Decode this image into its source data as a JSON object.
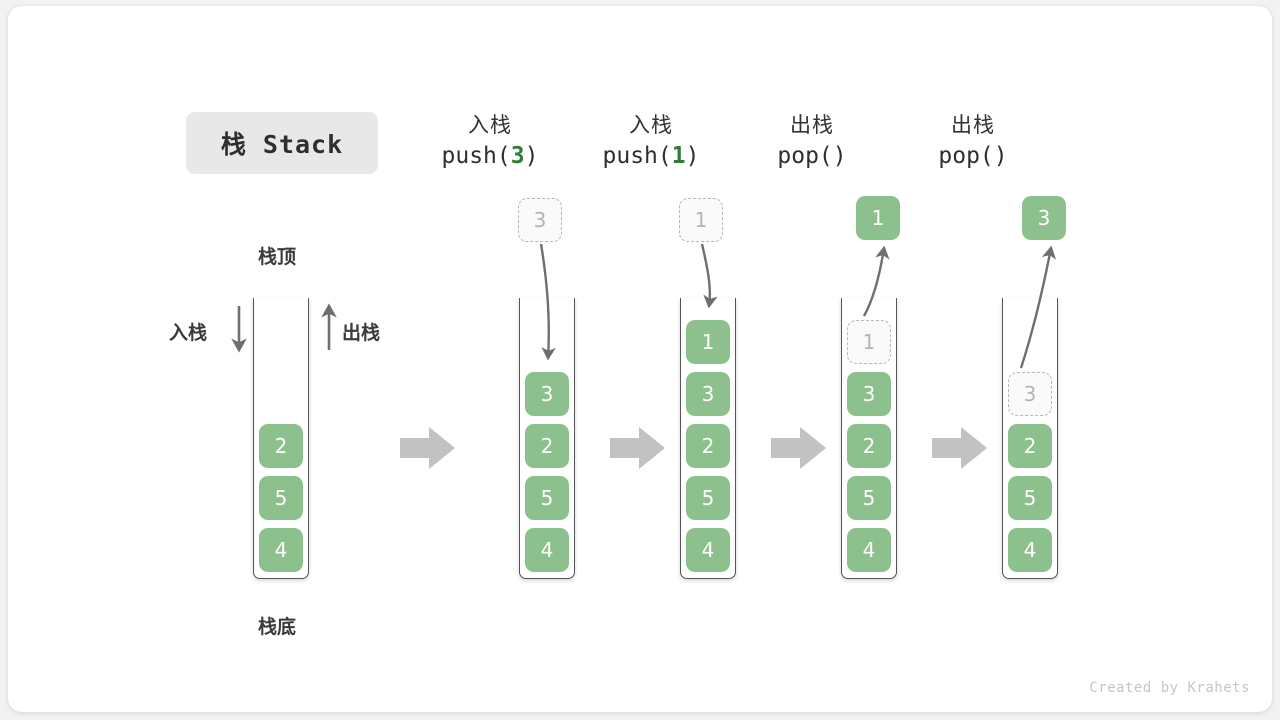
{
  "title_badge": {
    "text": "栈 Stack"
  },
  "credit": "Created by Krahets",
  "colors": {
    "cell_green": "#8cc08c",
    "ghost_border": "#b8b8b8",
    "ghost_text": "#b4b4b4",
    "badge_bg": "#e8e8e8",
    "block_arrow": "#c2c2c2",
    "line_arrow": "#6f6f6f",
    "accent_arg": "#2e7d32",
    "card_bg": "#ffffff",
    "page_bg": "#f2f2f2"
  },
  "legend": {
    "top_label": "栈顶",
    "bottom_label": "栈底",
    "push_label": "入栈",
    "pop_label": "出栈"
  },
  "stages": [
    {
      "id": "initial",
      "op_cn": "",
      "op_code": "",
      "op_arg": "",
      "float_cell": null,
      "cells": [
        {
          "value": "2",
          "state": "solid"
        },
        {
          "value": "5",
          "state": "solid"
        },
        {
          "value": "4",
          "state": "solid"
        }
      ]
    },
    {
      "id": "push-3",
      "op_cn": "入栈",
      "op_code_before": "push(",
      "op_arg": "3",
      "op_code_after": ")",
      "float_cell": {
        "value": "3",
        "state": "ghost"
      },
      "arrow_dir": "down",
      "cells": [
        {
          "value": "3",
          "state": "solid"
        },
        {
          "value": "2",
          "state": "solid"
        },
        {
          "value": "5",
          "state": "solid"
        },
        {
          "value": "4",
          "state": "solid"
        }
      ]
    },
    {
      "id": "push-1",
      "op_cn": "入栈",
      "op_code_before": "push(",
      "op_arg": "1",
      "op_code_after": ")",
      "float_cell": {
        "value": "1",
        "state": "ghost"
      },
      "arrow_dir": "down",
      "cells": [
        {
          "value": "1",
          "state": "solid"
        },
        {
          "value": "3",
          "state": "solid"
        },
        {
          "value": "2",
          "state": "solid"
        },
        {
          "value": "5",
          "state": "solid"
        },
        {
          "value": "4",
          "state": "solid"
        }
      ]
    },
    {
      "id": "pop-1",
      "op_cn": "出栈",
      "op_code_before": "pop(",
      "op_arg": "",
      "op_code_after": ")",
      "float_cell": {
        "value": "1",
        "state": "solid"
      },
      "arrow_dir": "up",
      "cells": [
        {
          "value": "1",
          "state": "ghost"
        },
        {
          "value": "3",
          "state": "solid"
        },
        {
          "value": "2",
          "state": "solid"
        },
        {
          "value": "5",
          "state": "solid"
        },
        {
          "value": "4",
          "state": "solid"
        }
      ]
    },
    {
      "id": "pop-3",
      "op_cn": "出栈",
      "op_code_before": "pop(",
      "op_arg": "",
      "op_code_after": ")",
      "float_cell": {
        "value": "3",
        "state": "solid"
      },
      "arrow_dir": "up",
      "cells": [
        {
          "value": "3",
          "state": "ghost"
        },
        {
          "value": "2",
          "state": "solid"
        },
        {
          "value": "5",
          "state": "solid"
        },
        {
          "value": "4",
          "state": "solid"
        }
      ]
    }
  ],
  "transitions": [
    {
      "from": "initial",
      "to": "push-3"
    },
    {
      "from": "push-3",
      "to": "push-1"
    },
    {
      "from": "push-1",
      "to": "pop-1"
    },
    {
      "from": "pop-1",
      "to": "pop-3"
    }
  ]
}
